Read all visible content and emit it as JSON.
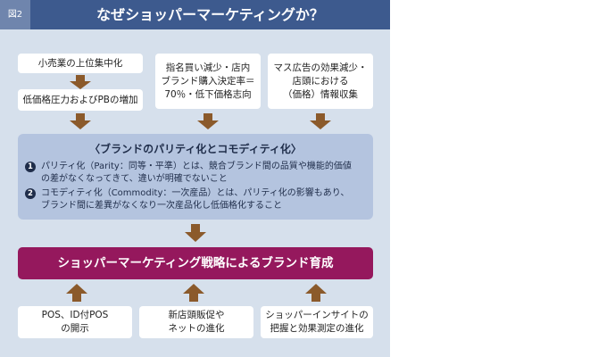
{
  "header": {
    "figure_label": "図2",
    "title": "なぜショッパーマーケティングか？"
  },
  "causes": {
    "col1_top": "小売業の上位集中化",
    "col1_bottom": "低価格圧力およびPBの増加",
    "col2_lines": [
      "指名買い減少・店内",
      "ブランド購入決定率＝",
      "70％・低下価格志向"
    ],
    "col3_lines": [
      "マス広告の効果減少・",
      "店頭における",
      "（価格）情報収集"
    ]
  },
  "summary": {
    "title": "〈ブランドのパリティ化とコモディティ化〉",
    "points": [
      {
        "num": "1",
        "line1": "パリティ化（Parity：同等・平準）とは、競合ブランド間の品質や機能的価値",
        "line2": "の差がなくなってきて、違いが明確でないこと"
      },
      {
        "num": "2",
        "line1": "コモディティ化（Commodity：一次産品）とは、パリティ化の影響もあり、",
        "line2": "ブランド間に差異がなくなり一次産品化し低価格化すること"
      }
    ]
  },
  "strategy": {
    "label": "ショッパーマーケティング戦略によるブランド育成"
  },
  "enablers": [
    {
      "line1": "POS、ID付POS",
      "line2": "の開示"
    },
    {
      "line1": "新店頭販促や",
      "line2": "ネットの進化"
    },
    {
      "line1": "ショッパーインサイトの",
      "line2": "把握と効果測定の進化"
    }
  ],
  "colors": {
    "header_bg": "#3d5a8e",
    "panel_bg": "#d6e0ec",
    "summary_bg": "#b4c4df",
    "strategy_bg": "#95185d",
    "arrow": "#8b5a2b"
  }
}
